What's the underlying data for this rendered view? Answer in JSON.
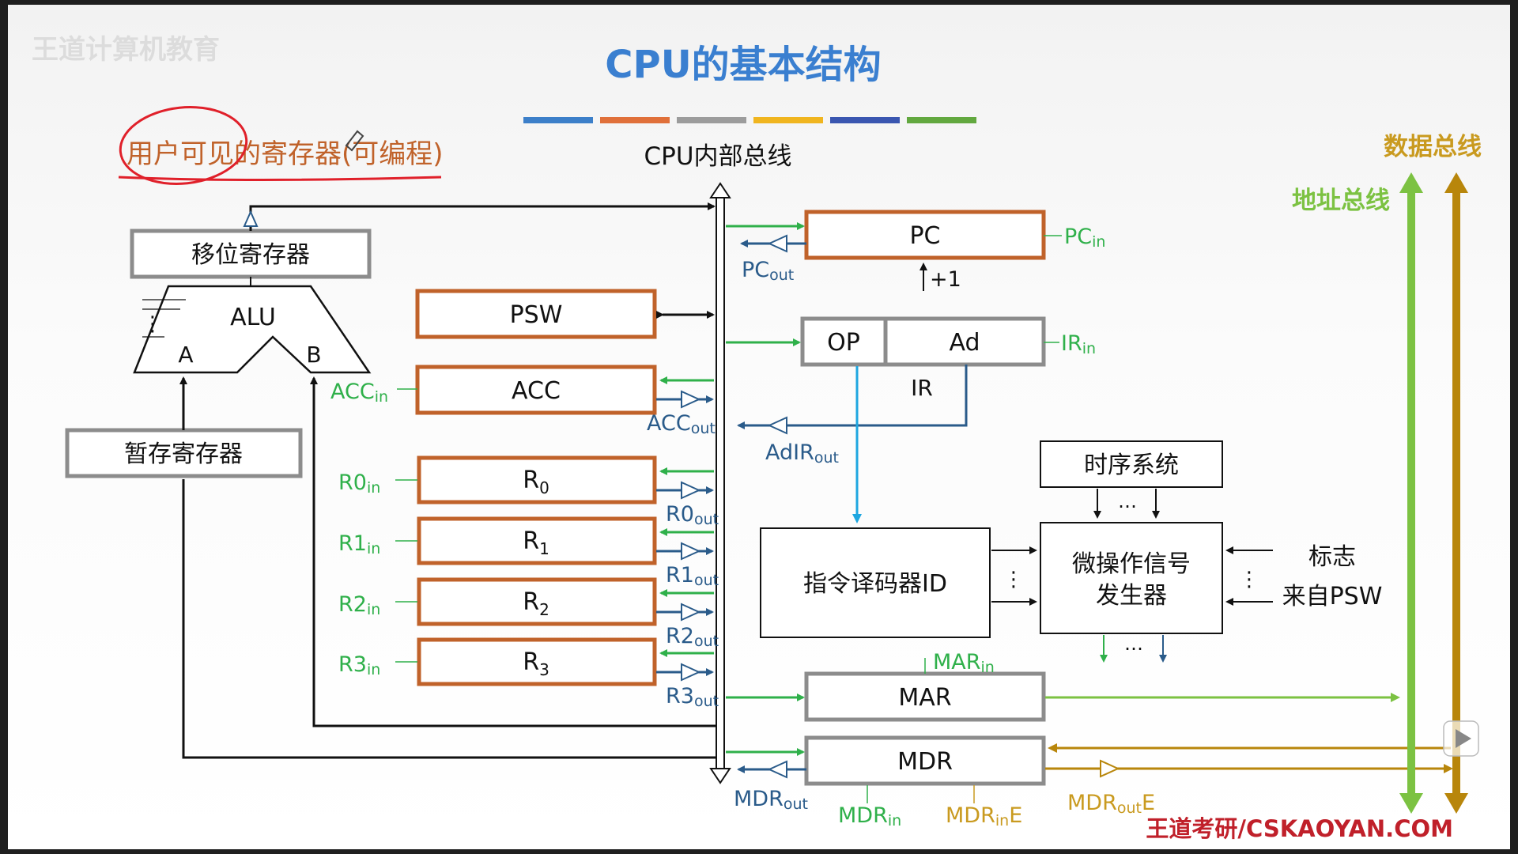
{
  "watermark": "王道计算机教育",
  "title": "CPU的基本结构",
  "color_bar": [
    "#3c7fc9",
    "#e0703a",
    "#9c9c9c",
    "#f0b51f",
    "#3a56b0",
    "#62a83f"
  ],
  "user_registers_note": "用户可见的寄存器(可编程)",
  "internal_bus_label": "CPU内部总线",
  "data_bus_label": "数据总线",
  "address_bus_label": "地址总线",
  "boxes": {
    "shift_register": "移位寄存器",
    "alu": "ALU",
    "alu_a": "A",
    "alu_b": "B",
    "temp_register": "暂存寄存器",
    "psw": "PSW",
    "acc": "ACC",
    "r0": "R",
    "r0_sub": "0",
    "r1": "R",
    "r1_sub": "1",
    "r2": "R",
    "r2_sub": "2",
    "r3": "R",
    "r3_sub": "3",
    "pc": "PC",
    "op": "OP",
    "ad": "Ad",
    "ir": "IR",
    "timing": "时序系统",
    "decoder": "指令译码器ID",
    "micro_gen_1": "微操作信号",
    "micro_gen_2": "发生器",
    "mar": "MAR",
    "mdr": "MDR"
  },
  "signals": {
    "pc_in": {
      "main": "PC",
      "sub": "in"
    },
    "pc_out": {
      "main": "PC",
      "sub": "out"
    },
    "plus_one": "+1",
    "ir_in": {
      "main": "IR",
      "sub": "in"
    },
    "ad_ir_out": {
      "main": "AdIR",
      "sub": "out"
    },
    "acc_in": {
      "main": "ACC",
      "sub": "in"
    },
    "acc_out": {
      "main": "ACC",
      "sub": "out"
    },
    "r0_in": {
      "main": "R0",
      "sub": "in"
    },
    "r0_out": {
      "main": "R0",
      "sub": "out"
    },
    "r1_in": {
      "main": "R1",
      "sub": "in"
    },
    "r1_out": {
      "main": "R1",
      "sub": "out"
    },
    "r2_in": {
      "main": "R2",
      "sub": "in"
    },
    "r2_out": {
      "main": "R2",
      "sub": "out"
    },
    "r3_in": {
      "main": "R3",
      "sub": "in"
    },
    "r3_out": {
      "main": "R3",
      "sub": "out"
    },
    "mar_in": {
      "main": "MAR",
      "sub": "in"
    },
    "mdr_in": {
      "main": "MDR",
      "sub": "in"
    },
    "mdr_out": {
      "main": "MDR",
      "sub": "out"
    },
    "mdr_in_e": {
      "main": "MDR",
      "sub": "in",
      "tail": "E"
    },
    "mdr_out_e": {
      "main": "MDR",
      "sub": "out",
      "tail": "E"
    }
  },
  "flags_label_1": "标志",
  "flags_label_2": "来自PSW",
  "ellipsis": "…",
  "vdots": "⋮",
  "footer": "王道考研/CSKAOYAN.COM",
  "colors": {
    "register_border": "#c0622a",
    "gray_border": "#8c8c8c",
    "green": "#2fb04a",
    "blue": "#2a5b8a",
    "cyan": "#1ea6e0",
    "gold": "#b8860b",
    "bus_green": "#7cc242",
    "title": "#3a7fd0",
    "note": "#c0622a",
    "circle": "#e0202a"
  }
}
